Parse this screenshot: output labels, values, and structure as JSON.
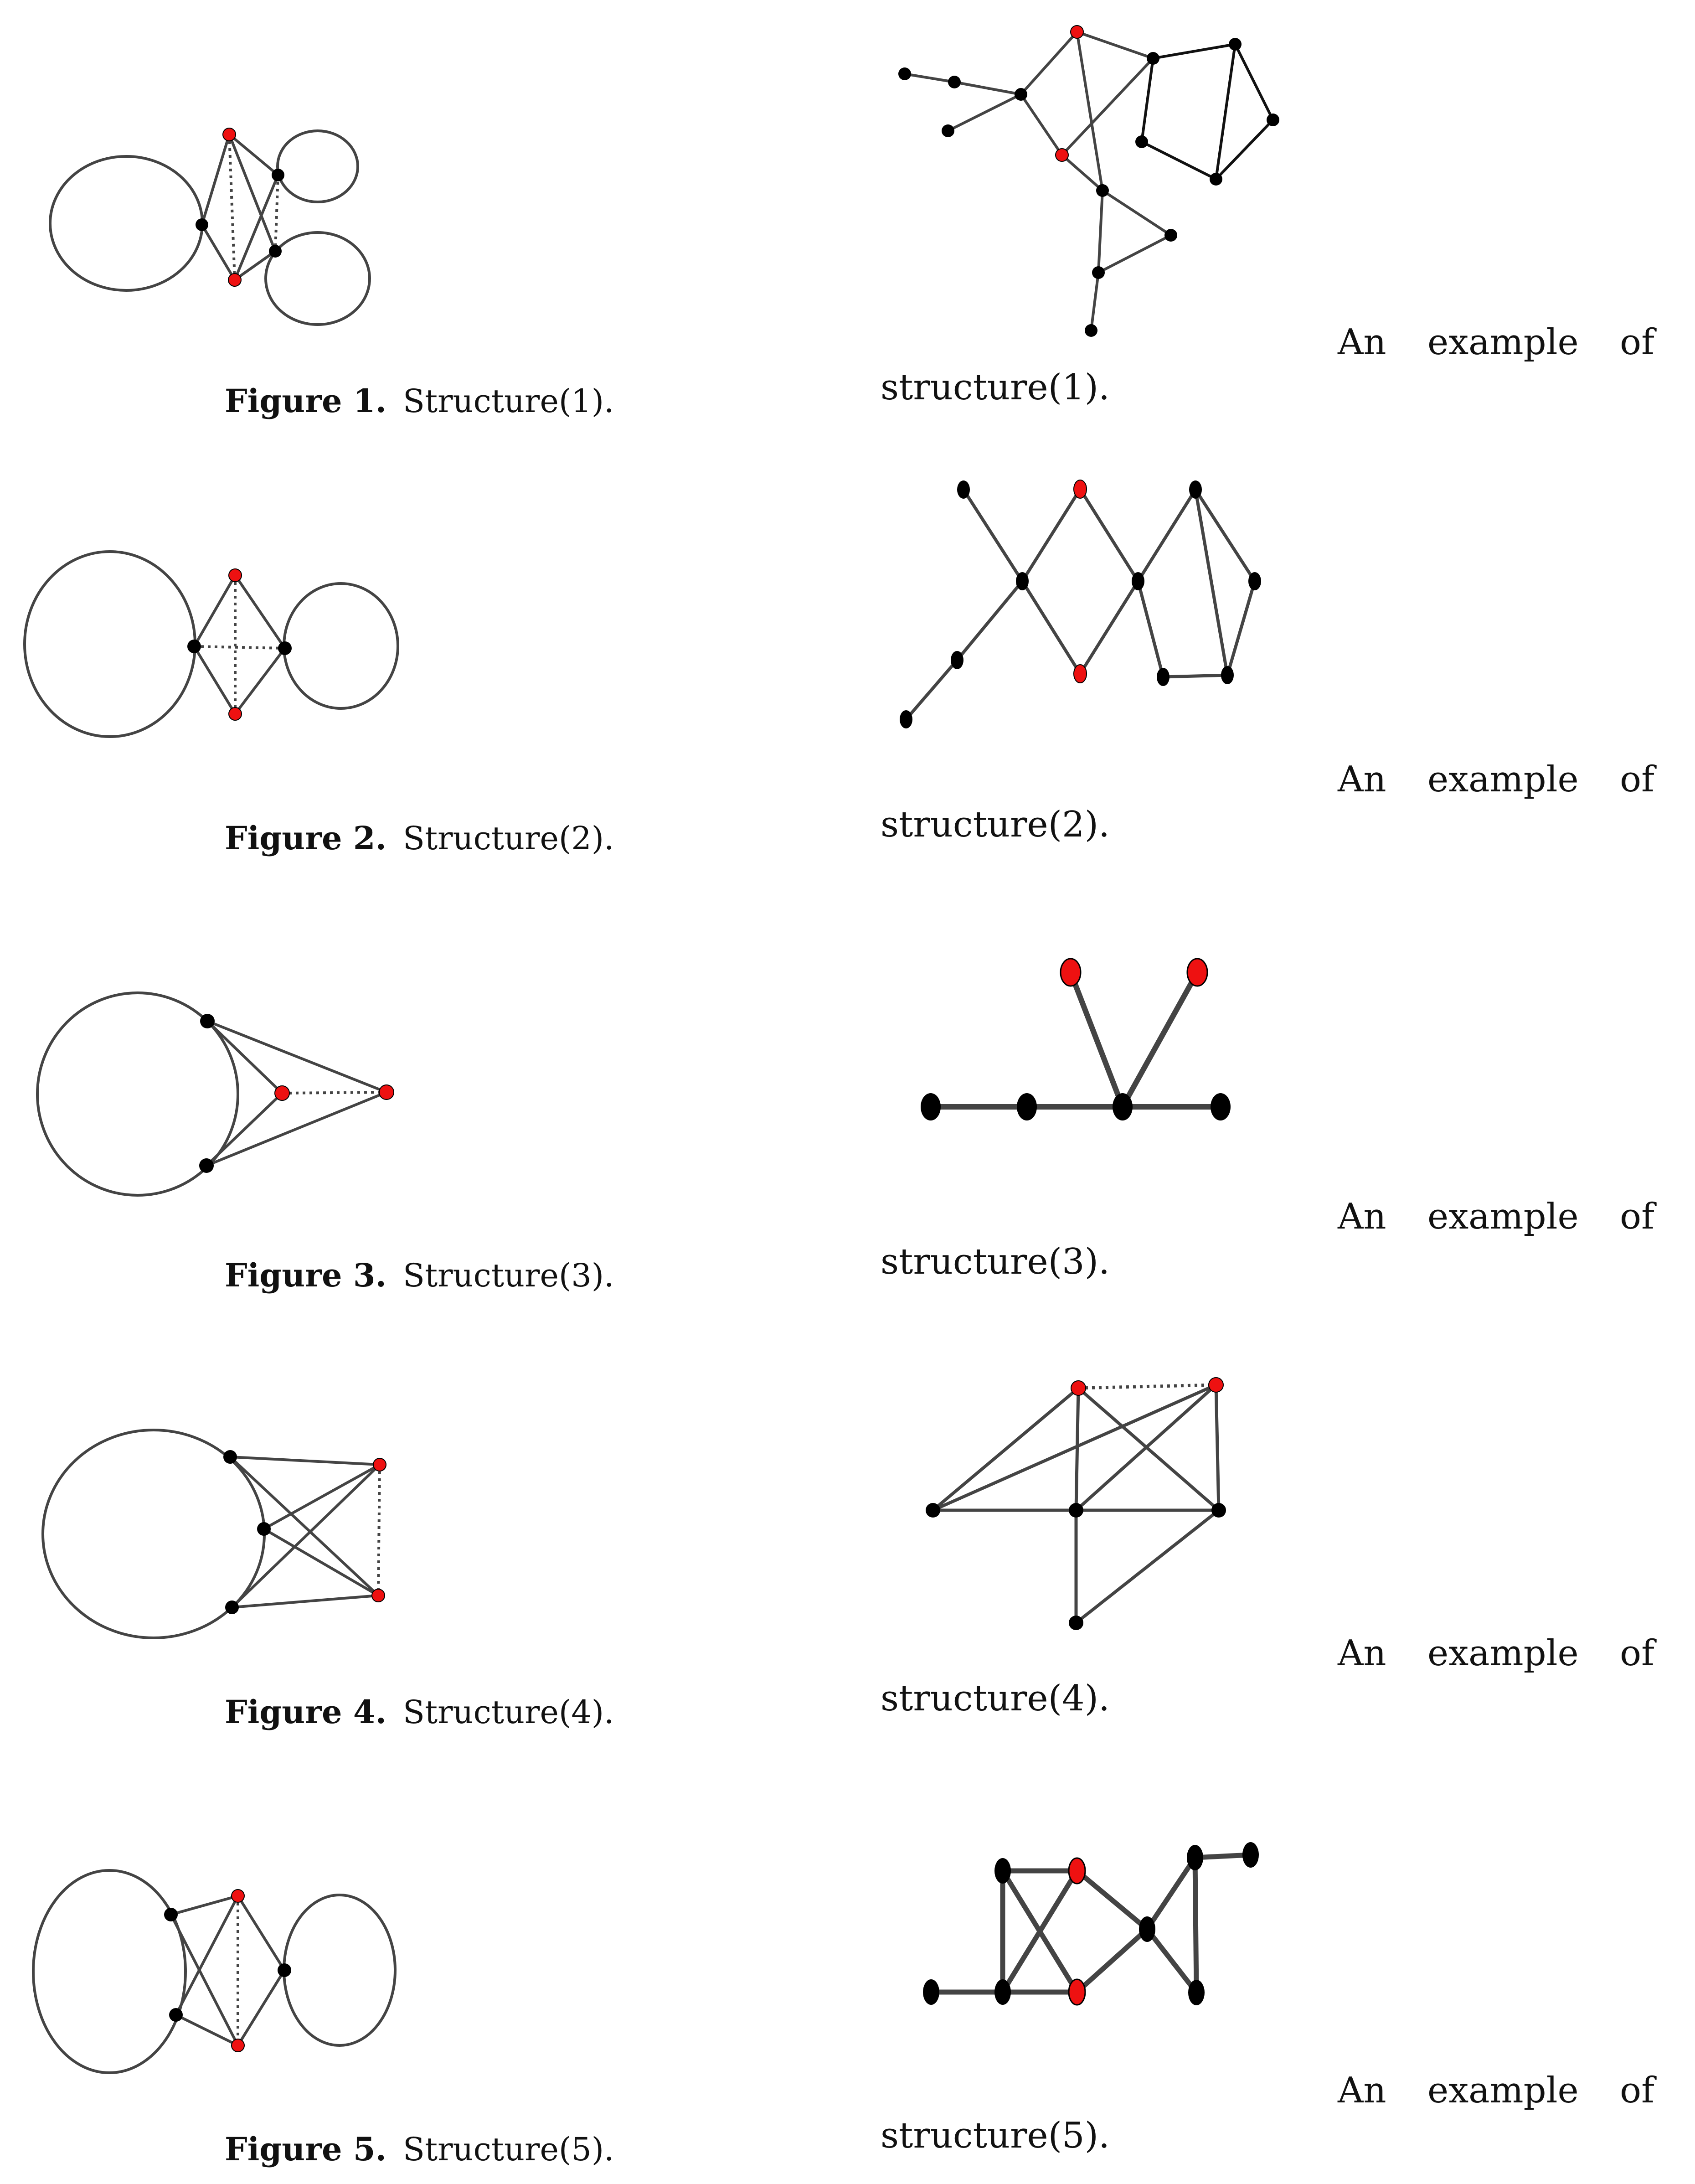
{
  "colors": {
    "red_node": "#ee1111",
    "black_node": "#000000",
    "edge": "#444444",
    "ring": "#444444"
  },
  "figures": [
    {
      "label": "Figure 1.",
      "caption": "Structure(1).",
      "example_words": [
        "An",
        "example",
        "of"
      ],
      "example_tail": "structure(1)."
    },
    {
      "label": "Figure 2.",
      "caption": "Structure(2).",
      "example_words": [
        "An",
        "example",
        "of"
      ],
      "example_tail": "structure(2)."
    },
    {
      "label": "Figure 3.",
      "caption": "Structure(3).",
      "example_words": [
        "An",
        "example",
        "of"
      ],
      "example_tail": "structure(3)."
    },
    {
      "label": "Figure 4.",
      "caption": "Structure(4).",
      "example_words": [
        "An",
        "example",
        "of"
      ],
      "example_tail": "structure(4)."
    },
    {
      "label": "Figure 5.",
      "caption": "Structure(5).",
      "example_words": [
        "An",
        "example",
        "of"
      ],
      "example_tail": "structure(5)."
    }
  ]
}
